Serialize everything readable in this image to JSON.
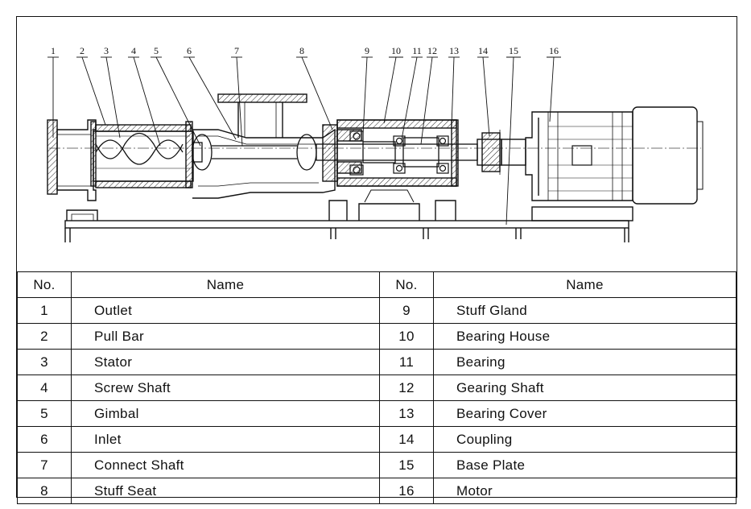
{
  "callouts": [
    "1",
    "2",
    "3",
    "4",
    "5",
    "6",
    "7",
    "8",
    "9",
    "10",
    "11",
    "12",
    "13",
    "14",
    "15",
    "16"
  ],
  "table": {
    "headers": [
      "No.",
      "Name",
      "No.",
      "Name"
    ],
    "rows": [
      {
        "no_left": "1",
        "name_left": "Outlet",
        "no_right": "9",
        "name_right": "Stuff Gland"
      },
      {
        "no_left": "2",
        "name_left": "Pull Bar",
        "no_right": "10",
        "name_right": "Bearing House"
      },
      {
        "no_left": "3",
        "name_left": "Stator",
        "no_right": "11",
        "name_right": "Bearing"
      },
      {
        "no_left": "4",
        "name_left": "Screw Shaft",
        "no_right": "12",
        "name_right": "Gearing Shaft"
      },
      {
        "no_left": "5",
        "name_left": "Gimbal",
        "no_right": "13",
        "name_right": "Bearing Cover"
      },
      {
        "no_left": "6",
        "name_left": "Inlet",
        "no_right": "14",
        "name_right": "Coupling"
      },
      {
        "no_left": "7",
        "name_left": "Connect Shaft",
        "no_right": "15",
        "name_right": "Base Plate"
      },
      {
        "no_left": "8",
        "name_left": "Stuff Seat",
        "no_right": "16",
        "name_right": "Motor"
      }
    ]
  }
}
